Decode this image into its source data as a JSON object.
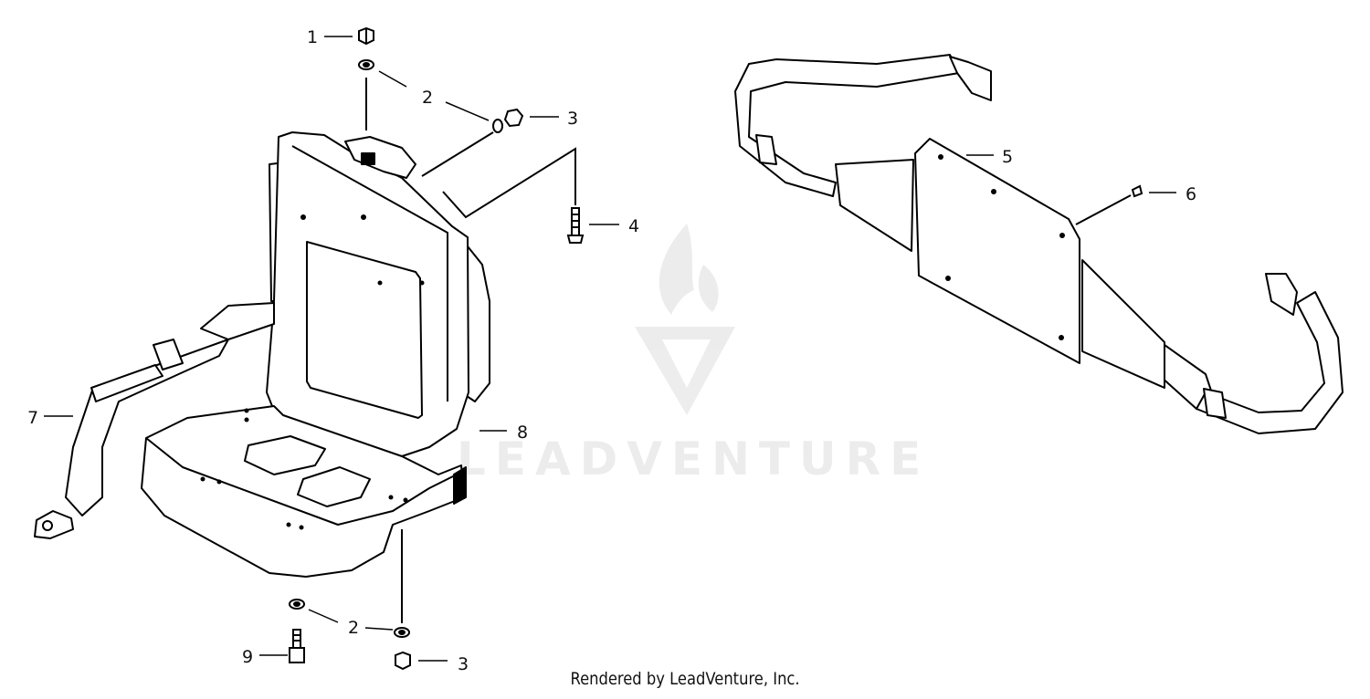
{
  "callouts": [
    "1",
    "2",
    "3",
    "4",
    "5",
    "6",
    "7",
    "8",
    "9",
    "2",
    "3"
  ],
  "watermark": {
    "text": "LEADVENTURE"
  },
  "footer": {
    "text": "Rendered by LeadVenture, Inc."
  }
}
